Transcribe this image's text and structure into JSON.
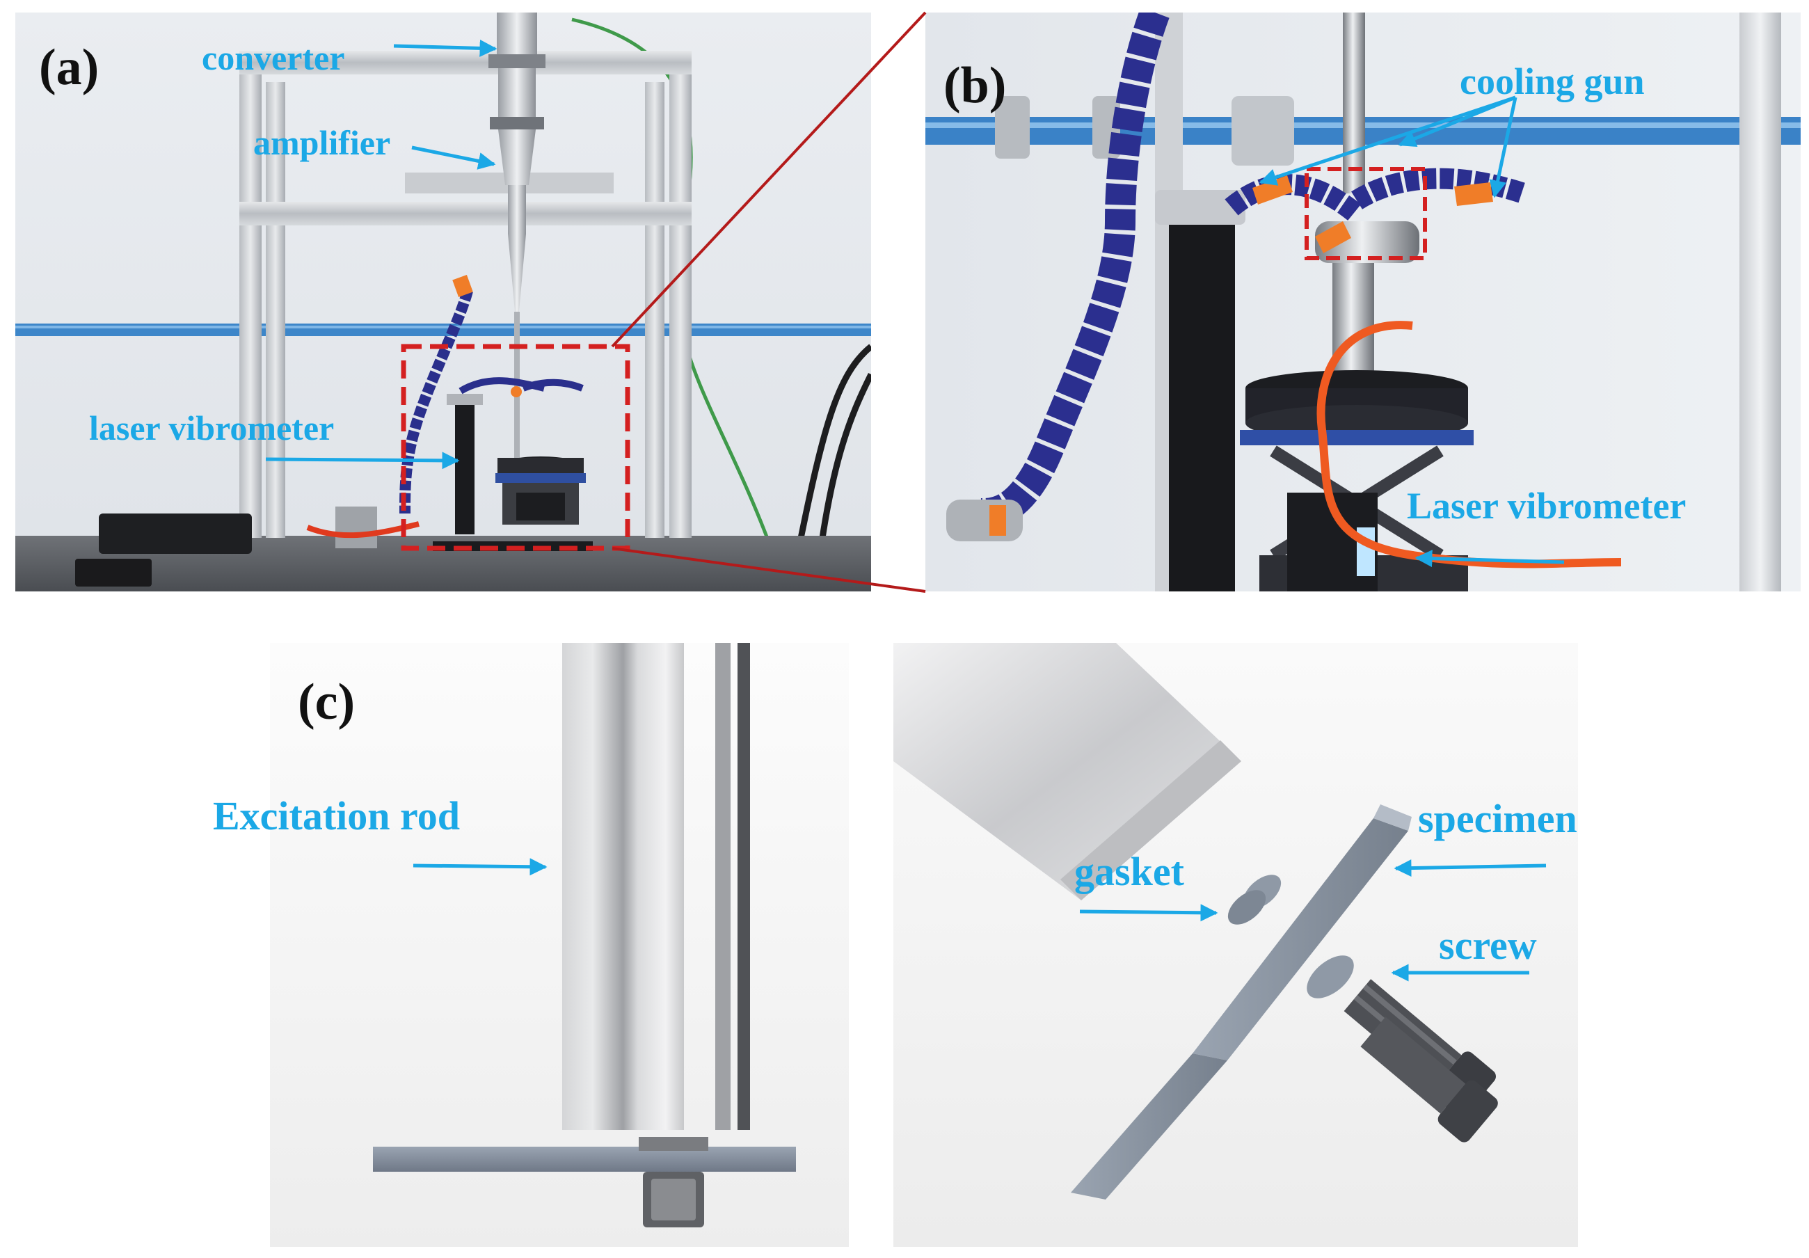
{
  "figure": {
    "panel_a": {
      "label": "(a)",
      "annotations": {
        "converter": "converter",
        "amplifier": "amplifier",
        "laser_vibrometer": "laser vibrometer"
      }
    },
    "panel_b": {
      "label": "(b)",
      "annotations": {
        "cooling_gun": "cooling gun",
        "laser_vibrometer": "Laser vibrometer"
      }
    },
    "panel_c": {
      "label": "(c)",
      "annotations": {
        "excitation_rod": "Excitation rod",
        "gasket": "gasket",
        "specimen": "specimen",
        "screw": "screw"
      }
    },
    "colors": {
      "annotation": "#1ba8e6",
      "highlight_box": "#d42020",
      "hose": "#2a2f8c",
      "nozzle": "#f07d28"
    }
  }
}
